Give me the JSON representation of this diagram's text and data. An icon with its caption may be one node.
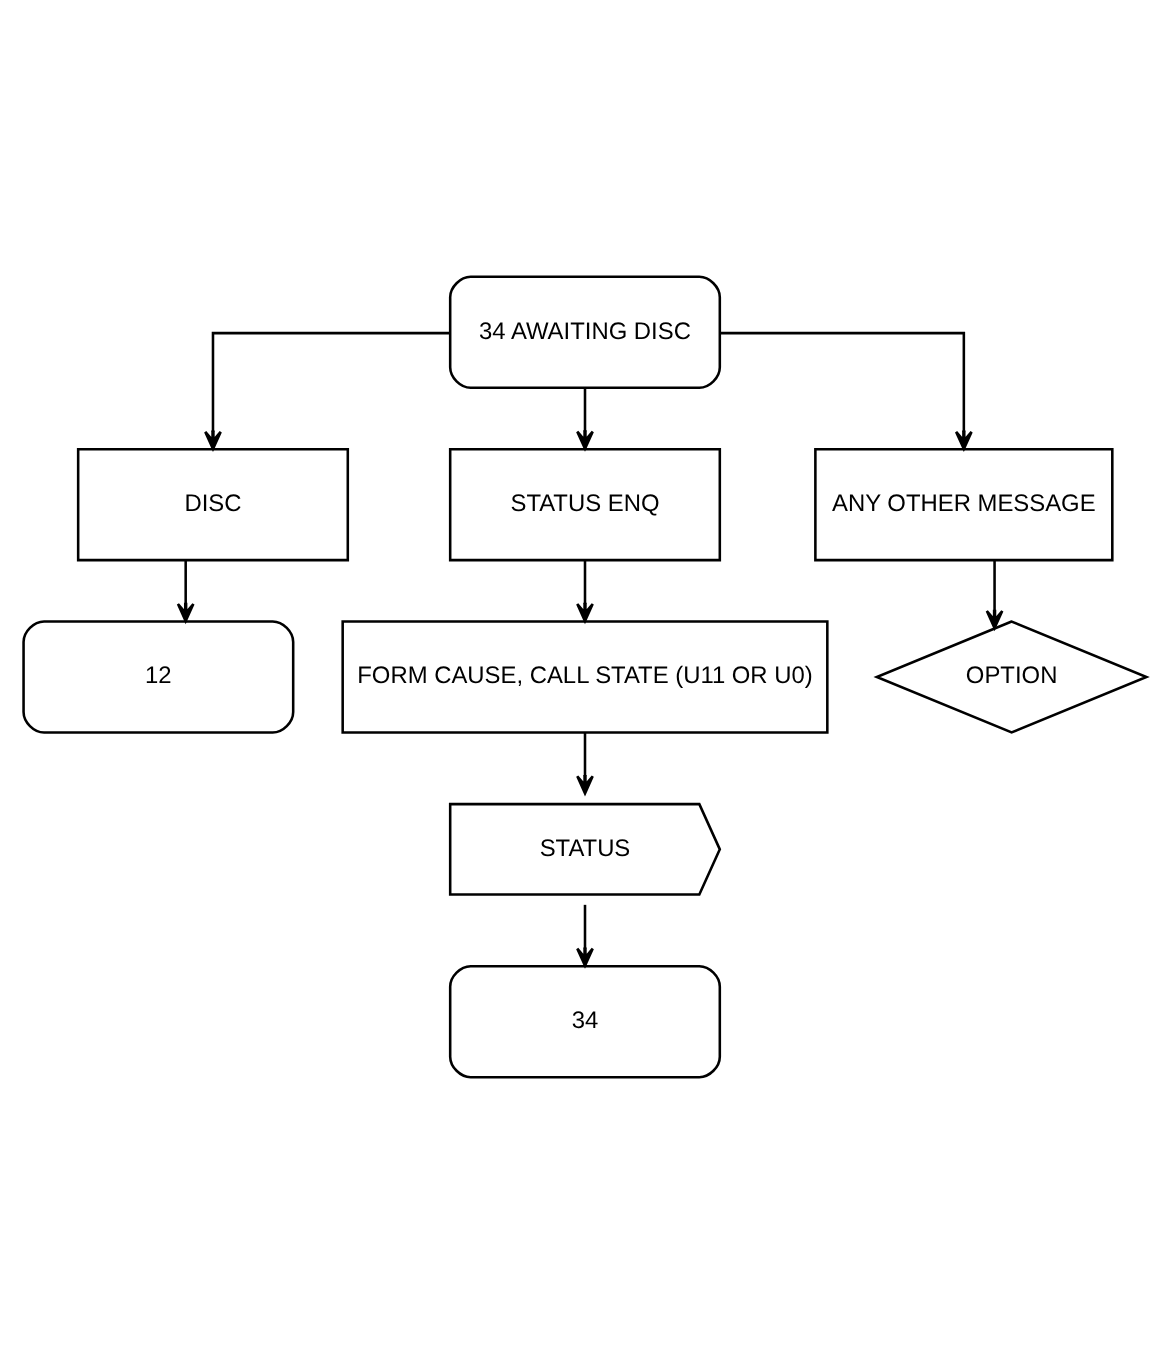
{
  "diagram": {
    "nodes": [
      {
        "text": [
          "34 AWAITING DISC"
        ]
      },
      {
        "text": [
          "DISC"
        ]
      },
      {
        "text": [
          "STATUS ENQ"
        ]
      },
      {
        "text": [
          "ANY OTHER MESSAGE"
        ]
      },
      {
        "text": [
          "12"
        ]
      },
      {
        "text": [
          "FORM CAUSE, CALL STATE (U11 OR U0)"
        ]
      },
      {
        "text": [
          "OPTION"
        ]
      },
      {
        "text": [
          "STATUS"
        ]
      },
      {
        "text": [
          "34"
        ]
      }
    ],
    "edges": [
      {
        "from": 0,
        "to": 1,
        "arrow": "to"
      },
      {
        "from": 0,
        "to": 2,
        "arrow": "to"
      },
      {
        "from": 0,
        "to": 3,
        "arrow": "to"
      },
      {
        "from": 1,
        "to": 4,
        "arrow": "to"
      },
      {
        "from": 2,
        "to": 5,
        "arrow": "to"
      },
      {
        "from": 3,
        "to": 6,
        "arrow": "to"
      },
      {
        "from": 5,
        "to": 7,
        "arrow": "to"
      },
      {
        "from": 7,
        "to": 8,
        "arrow": "to"
      }
    ]
  }
}
